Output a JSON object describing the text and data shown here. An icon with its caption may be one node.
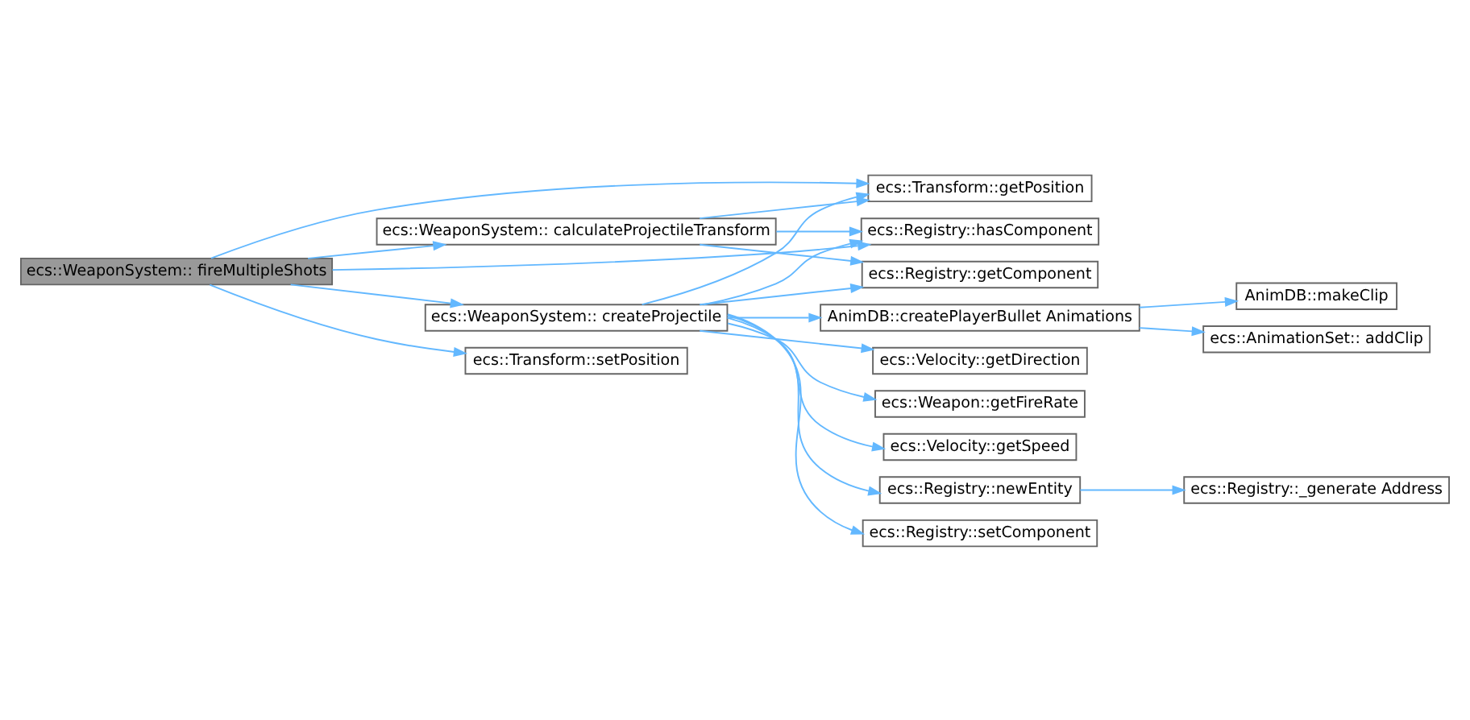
{
  "diagram": {
    "nodes": [
      {
        "text": [
          "ecs::WeaponSystem:: fireMultipleShots"
        ]
      },
      {
        "text": [
          "ecs::WeaponSystem:: calculateProjectileTransform"
        ]
      },
      {
        "text": [
          "ecs::WeaponSystem:: createProjectile"
        ]
      },
      {
        "text": [
          "ecs::Transform::setPosition"
        ]
      },
      {
        "text": [
          "ecs::Registry::hasComponent"
        ]
      },
      {
        "text": [
          "ecs::Transform::getPosition"
        ]
      },
      {
        "text": [
          "ecs::Registry::getComponent"
        ]
      },
      {
        "text": [
          "ecs::Velocity::getSpeed"
        ]
      },
      {
        "text": [
          "ecs::Registry::newEntity"
        ]
      },
      {
        "text": [
          "ecs::Registry::setComponent"
        ]
      },
      {
        "text": [
          "AnimDB::createPlayerBullet Animations"
        ]
      },
      {
        "text": [
          "ecs::Velocity::getDirection"
        ]
      },
      {
        "text": [
          "ecs::Weapon::getFireRate"
        ]
      },
      {
        "text": [
          "ecs::Registry::_generate Address"
        ]
      },
      {
        "text": [
          "AnimDB::makeClip"
        ]
      },
      {
        "text": [
          "ecs::AnimationSet:: addClip"
        ]
      }
    ],
    "edges": [
      {
        "from": 0,
        "to": 4,
        "arrow": "to"
      },
      {
        "from": 0,
        "to": 1,
        "arrow": "to"
      },
      {
        "from": 0,
        "to": 5,
        "arrow": "to"
      },
      {
        "from": 0,
        "to": 2,
        "arrow": "to"
      },
      {
        "from": 0,
        "to": 3,
        "arrow": "to"
      },
      {
        "from": 1,
        "to": 4,
        "arrow": "to"
      },
      {
        "from": 1,
        "to": 5,
        "arrow": "to"
      },
      {
        "from": 1,
        "to": 6,
        "arrow": "to"
      },
      {
        "from": 2,
        "to": 4,
        "arrow": "to"
      },
      {
        "from": 2,
        "to": 5,
        "arrow": "to"
      },
      {
        "from": 2,
        "to": 6,
        "arrow": "to"
      },
      {
        "from": 2,
        "to": 7,
        "arrow": "to"
      },
      {
        "from": 2,
        "to": 8,
        "arrow": "to"
      },
      {
        "from": 2,
        "to": 9,
        "arrow": "to"
      },
      {
        "from": 2,
        "to": 10,
        "arrow": "to"
      },
      {
        "from": 2,
        "to": 11,
        "arrow": "to"
      },
      {
        "from": 2,
        "to": 12,
        "arrow": "to"
      },
      {
        "from": 8,
        "to": 13,
        "arrow": "to"
      },
      {
        "from": 10,
        "to": 14,
        "arrow": "to"
      },
      {
        "from": 10,
        "to": 15,
        "arrow": "to"
      }
    ]
  }
}
